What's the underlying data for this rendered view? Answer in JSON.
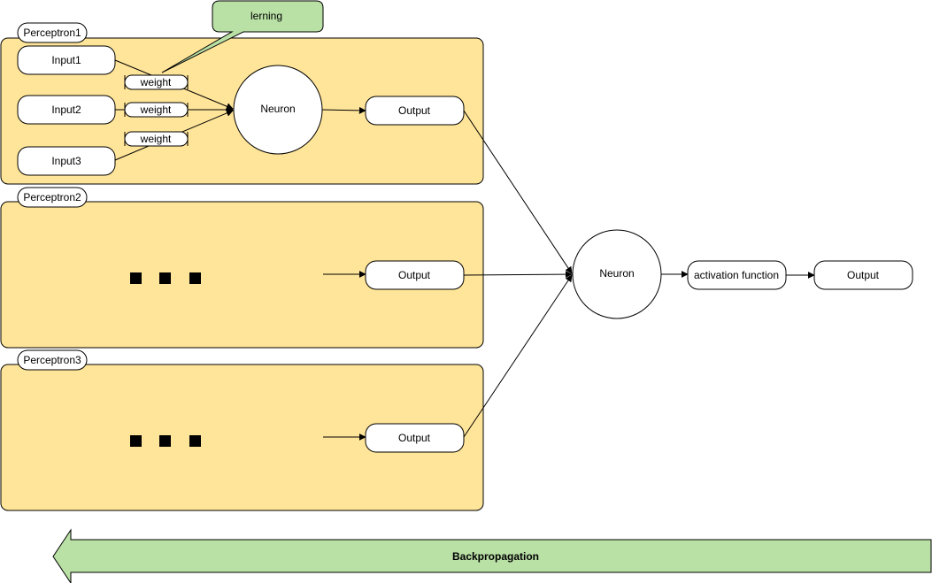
{
  "diagram": {
    "callout": "lerning",
    "perceptron1": {
      "title": "Perceptron1",
      "inputs": [
        "Input1",
        "Input2",
        "Input3"
      ],
      "weights": [
        "weight",
        "weight",
        "weight"
      ],
      "neuron": "Neuron",
      "output": "Output"
    },
    "perceptron2": {
      "title": "Perceptron2",
      "output": "Output"
    },
    "perceptron3": {
      "title": "Perceptron3",
      "output": "Output"
    },
    "final": {
      "neuron": "Neuron",
      "activation": "activation function",
      "output": "Output"
    },
    "backprop_label": "Backpropagation",
    "colors": {
      "perceptron_fill": "#FFE599",
      "green_fill": "#B9E0A5",
      "stroke": "#000000"
    }
  }
}
